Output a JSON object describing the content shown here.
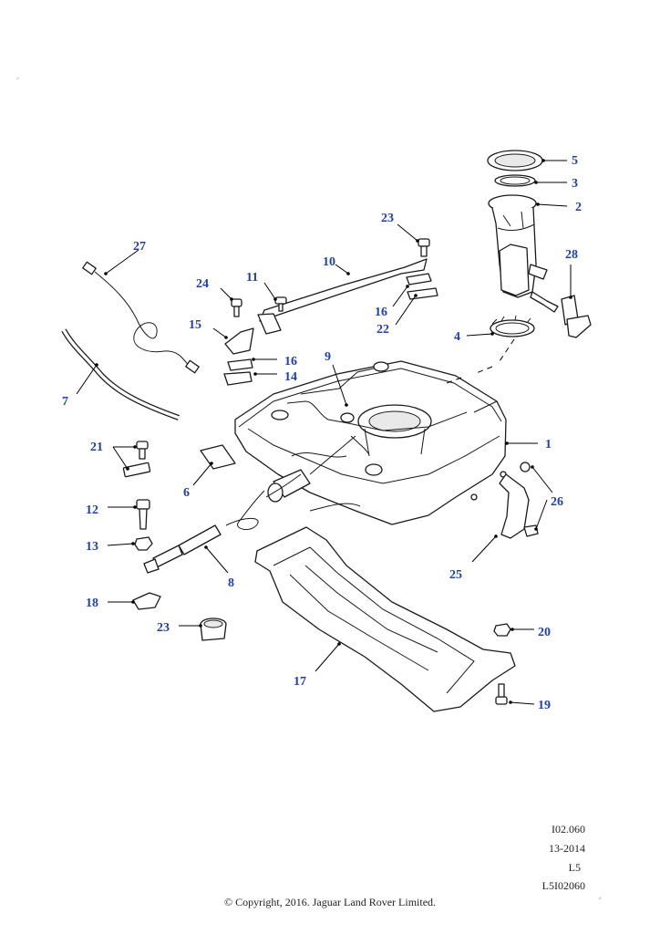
{
  "callouts": {
    "c1": "1",
    "c2": "2",
    "c3": "3",
    "c4": "4",
    "c5": "5",
    "c6": "6",
    "c7": "7",
    "c8": "8",
    "c9": "9",
    "c10": "10",
    "c11": "11",
    "c12": "12",
    "c13": "13",
    "c14": "14",
    "c15": "15",
    "c16a": "16",
    "c16b": "16",
    "c17": "17",
    "c18": "18",
    "c19": "19",
    "c20": "20",
    "c21": "21",
    "c22": "22",
    "c23a": "23",
    "c23b": "23",
    "c24": "24",
    "c25": "25",
    "c26": "26",
    "c27": "27",
    "c28": "28"
  },
  "reference": {
    "code": "I02.060",
    "date": "13-2014",
    "level": "L5",
    "drawing": "L5I02060"
  },
  "footer": {
    "copyright": "© Copyright, 2016. Jaguar Land Rover Limited."
  },
  "colors": {
    "callout": "#1f3fb0",
    "line": "#1a1a1a",
    "background": "#ffffff"
  }
}
